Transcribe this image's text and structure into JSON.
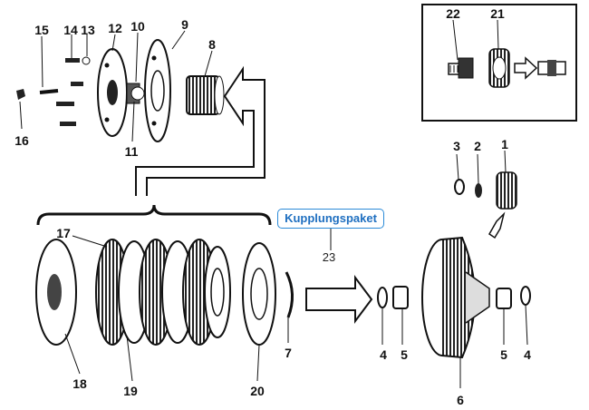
{
  "callout": {
    "label": "Kupplungspaket",
    "part": "23"
  },
  "part_numbers": {
    "p1": "1",
    "p2": "2",
    "p3": "3",
    "p4a": "4",
    "p4b": "4",
    "p5a": "5",
    "p5b": "5",
    "p6": "6",
    "p7": "7",
    "p8": "8",
    "p9": "9",
    "p10": "10",
    "p11": "11",
    "p12": "12",
    "p13": "13",
    "p14": "14",
    "p15": "15",
    "p16": "16",
    "p17": "17",
    "p18": "18",
    "p19": "19",
    "p20": "20",
    "p21": "21",
    "p22": "22"
  },
  "colors": {
    "callout_border": "#2a8ad8",
    "callout_text": "#1f6fc0",
    "line": "#111111"
  }
}
